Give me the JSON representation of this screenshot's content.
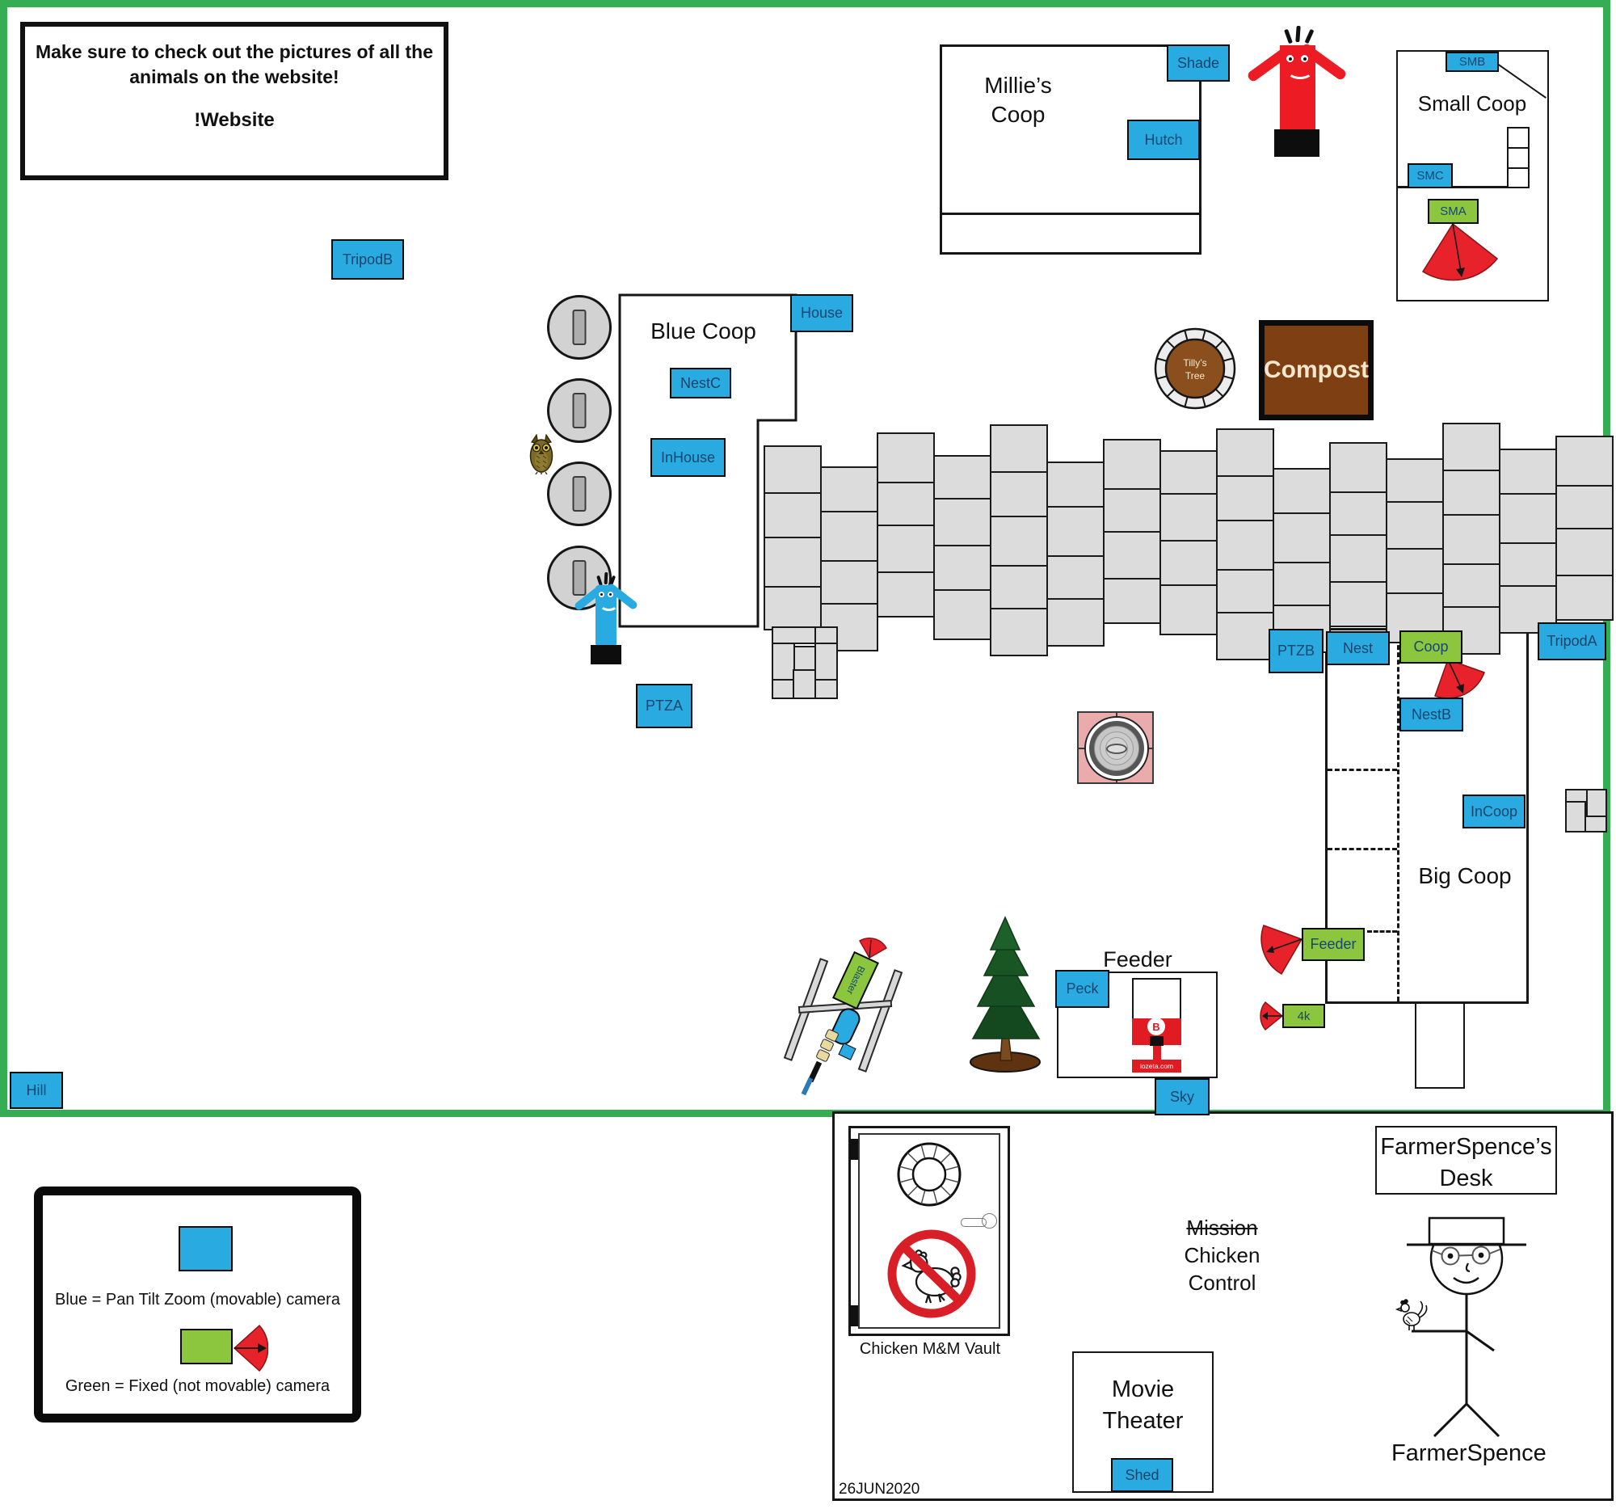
{
  "note": {
    "body": "Make sure to check out the pictures of all the animals on the website!",
    "cta": "!Website"
  },
  "legend": {
    "blue": "Blue = Pan Tilt Zoom (movable) camera",
    "green": "Green = Fixed (not movable) camera"
  },
  "cameras": {
    "ptz": {
      "tripodB": "TripodB",
      "shade": "Shade",
      "hutch": "Hutch",
      "smb": "SMB",
      "smc": "SMC",
      "house": "House",
      "nestC": "NestC",
      "inHouse": "InHouse",
      "ptza": "PTZA",
      "ptzb": "PTZB",
      "nest": "Nest",
      "tripodA": "TripodA",
      "nestB": "NestB",
      "inCoop": "InCoop",
      "peck": "Peck",
      "sky": "Sky",
      "hill": "Hill",
      "shed": "Shed"
    },
    "fixed": {
      "sma": "SMA",
      "coop": "Coop",
      "feeder": "Feeder",
      "fourK": "4k",
      "blaster": "Blaster"
    }
  },
  "areas": {
    "millies": {
      "line1": "Millie’s",
      "line2": "Coop"
    },
    "small_coop": "Small Coop",
    "blue_coop": "Blue Coop",
    "big_coop": "Big Coop",
    "compost": "Compost",
    "tillys": {
      "line1": "Tilly’s",
      "line2": "Tree"
    },
    "feeder_title": "Feeder",
    "movie": {
      "line1": "Movie",
      "line2": "Theater"
    },
    "vault_caption": "Chicken M&M Vault",
    "desk": {
      "line1": "FarmerSpence’s",
      "line2": "Desk"
    },
    "farmer": "FarmerSpence",
    "mission": {
      "line1": "Mission",
      "line2": "Chicken",
      "line3": "Control"
    },
    "date": "26JUN2020"
  },
  "feeder_station": {
    "logo_letter": "B",
    "brand": "iozeta.com"
  },
  "colors": {
    "ptz_blue": "#29abe2",
    "fixed_green": "#8cc63f",
    "fov_red": "#e8222a",
    "map_border_green": "#35ad53",
    "compost_brown": "#7e3f12",
    "tree_ring_brown": "#8a4f1d",
    "paver_gray": "#dcdcdc",
    "firepit_pink": "#e9abab"
  }
}
